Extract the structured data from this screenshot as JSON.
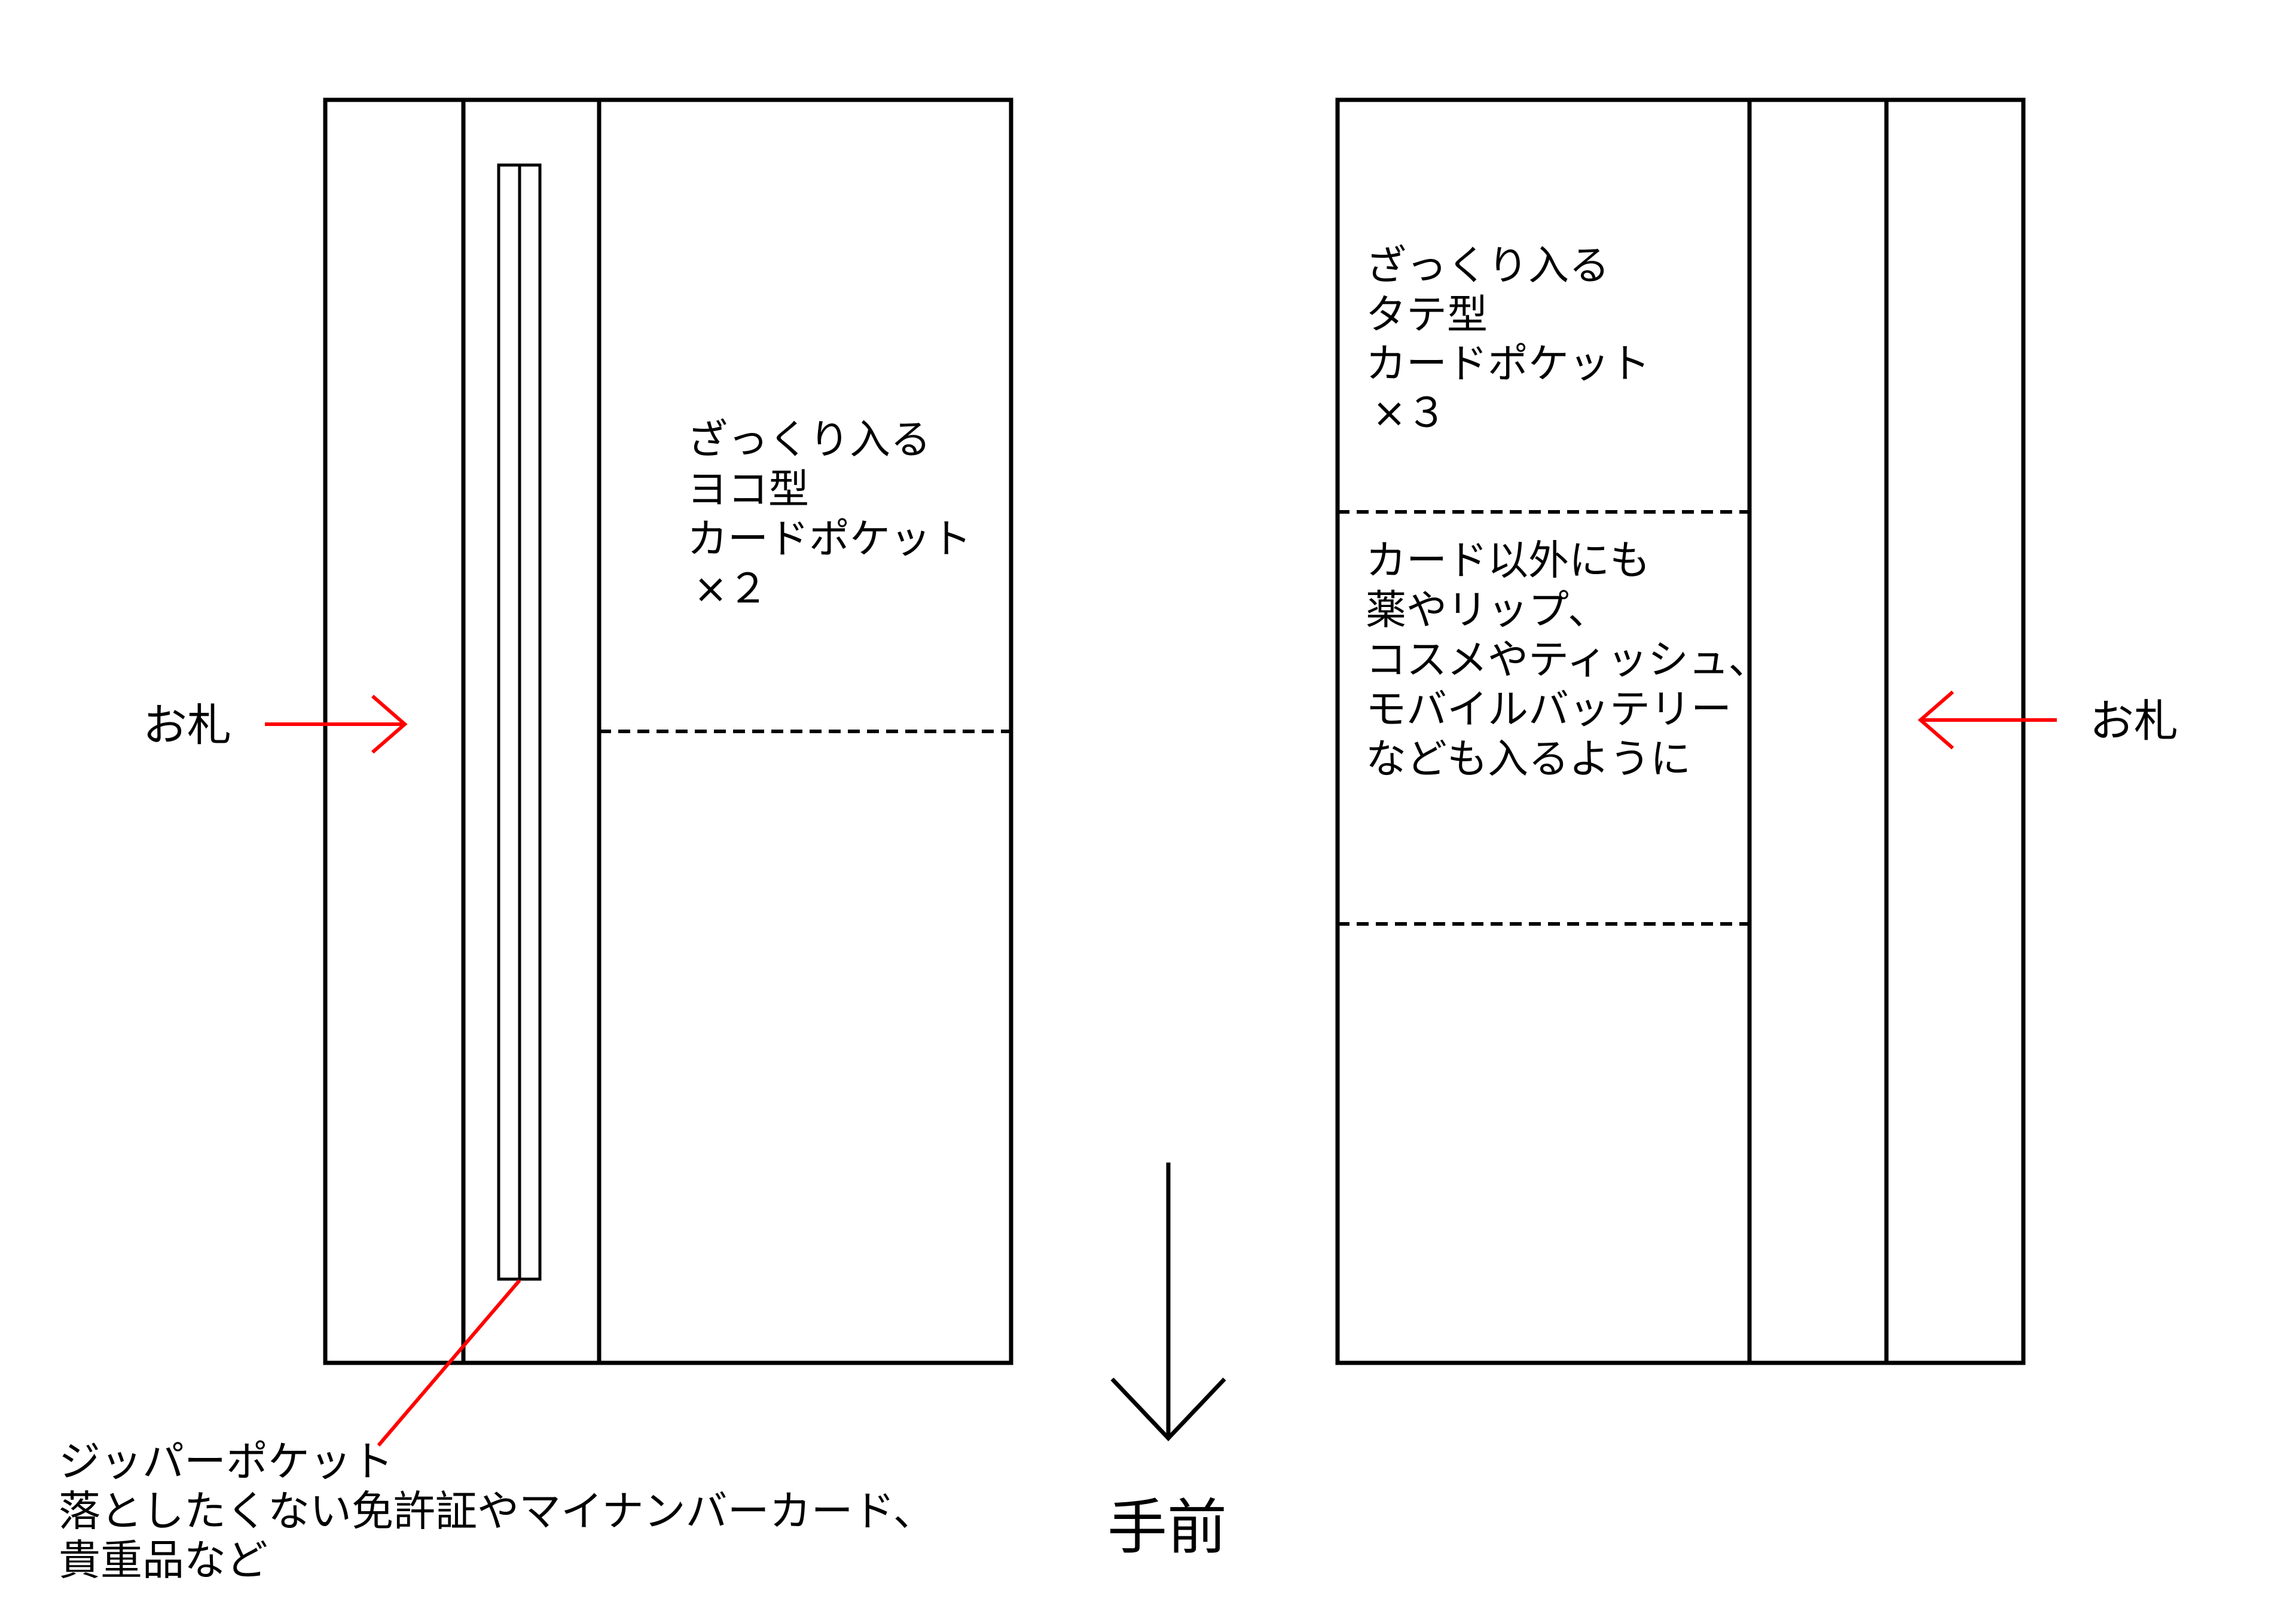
{
  "left_panel": {
    "card_pocket_label": [
      "ざっくり入る",
      "ヨコ型",
      "カードポケット",
      "×２"
    ],
    "bill_label": "お札"
  },
  "right_panel": {
    "card_pocket_label": [
      "ざっくり入る",
      "タテ型",
      "カードポケット",
      "×３"
    ],
    "other_pocket_label": [
      "カード以外にも",
      "薬やリップ、",
      "コスメやティッシュ、",
      "モバイルバッテリー",
      "なども入るように"
    ],
    "bill_label": "お札"
  },
  "zipper_pocket": {
    "label": [
      "ジッパーポケット",
      "落としたくない免許証やマイナンバーカード、",
      "貴重品など"
    ]
  },
  "front_label": "手前",
  "colors": {
    "line": "#000000",
    "accent": "#ff0000"
  }
}
